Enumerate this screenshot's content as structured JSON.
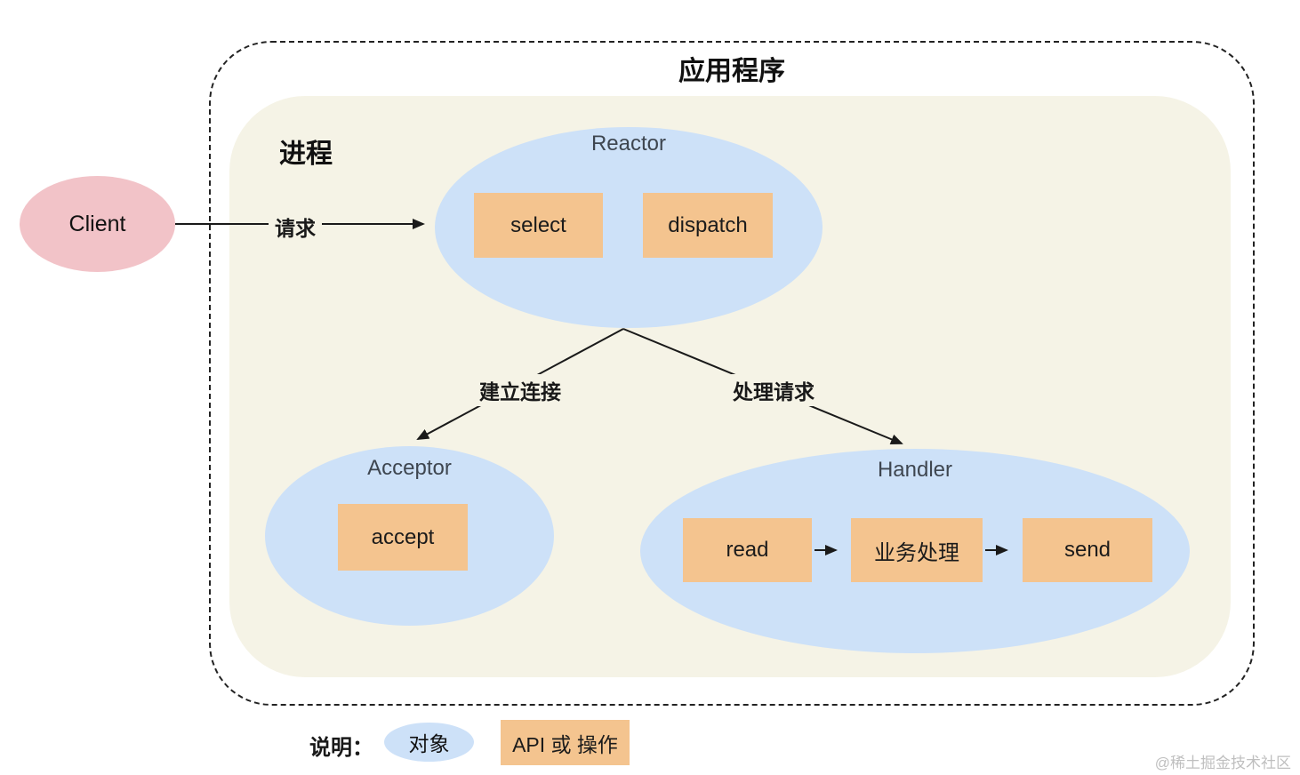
{
  "title": "应用程序",
  "process": {
    "label": "进程"
  },
  "client": {
    "label": "Client"
  },
  "edges": {
    "request": "请求",
    "establish_connection": "建立连接",
    "handle_request": "处理请求"
  },
  "reactor": {
    "title": "Reactor",
    "boxes": [
      "select",
      "dispatch"
    ]
  },
  "acceptor": {
    "title": "Acceptor",
    "boxes": [
      "accept"
    ]
  },
  "handler": {
    "title": "Handler",
    "boxes": [
      "read",
      "业务处理",
      "send"
    ]
  },
  "legend": {
    "label": "说明：",
    "object": "对象",
    "api": "API 或 操作"
  },
  "watermark": "@稀土掘金技术社区",
  "colors": {
    "object_fill": "#cde1f8",
    "api_fill": "#f4c48f",
    "client_fill": "#f2c3c8",
    "process_fill": "#f5f3e6",
    "edge_stroke": "#1a1a1a",
    "node_title_text": "#3e4650",
    "watermark_text": "#bfbfbf"
  }
}
